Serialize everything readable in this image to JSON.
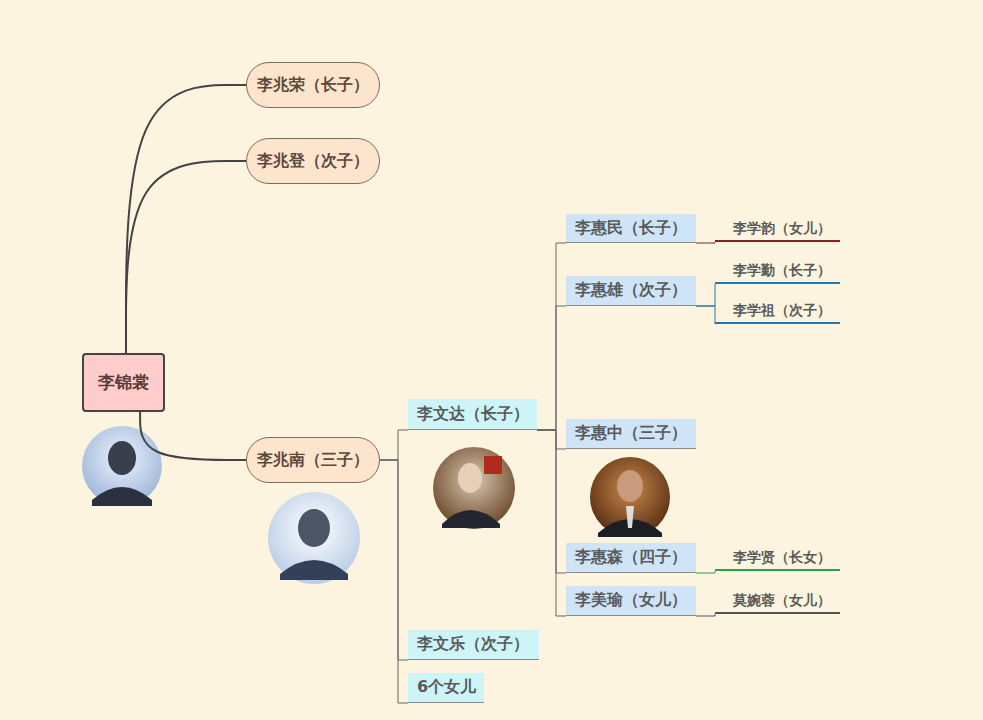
{
  "diagram": {
    "nodes": [
      {
        "text": [
          "李锦裳"
        ]
      },
      {
        "text": [
          "李兆荣（长子）"
        ]
      },
      {
        "text": [
          "李兆登（次子）"
        ]
      },
      {
        "text": [
          "李兆南（三子）"
        ]
      },
      {
        "text": [
          "李文达（长子）"
        ]
      },
      {
        "text": [
          "李文乐（次子）"
        ]
      },
      {
        "text": [
          "6个女儿"
        ]
      },
      {
        "text": [
          "李惠民（长子）"
        ]
      },
      {
        "text": [
          "李惠雄（次子）"
        ]
      },
      {
        "text": [
          "李惠中（三子）"
        ]
      },
      {
        "text": [
          "李惠森（四子）"
        ]
      },
      {
        "text": [
          "李美瑜（女儿）"
        ]
      },
      {
        "text": [
          "李学韵（女儿）"
        ]
      },
      {
        "text": [
          "李学勤（长子）"
        ]
      },
      {
        "text": [
          "李学祖（次子）"
        ]
      },
      {
        "text": [
          "李学贤（长女）"
        ]
      },
      {
        "text": [
          "莫婉蓉（女儿）"
        ]
      }
    ],
    "edges": [
      {
        "from": 0,
        "to": 1,
        "arrow": "none"
      },
      {
        "from": 0,
        "to": 2,
        "arrow": "none"
      },
      {
        "from": 0,
        "to": 3,
        "arrow": "none"
      },
      {
        "from": 3,
        "to": 4,
        "arrow": "none"
      },
      {
        "from": 3,
        "to": 5,
        "arrow": "none"
      },
      {
        "from": 3,
        "to": 6,
        "arrow": "none"
      },
      {
        "from": 4,
        "to": 7,
        "arrow": "none"
      },
      {
        "from": 4,
        "to": 8,
        "arrow": "none"
      },
      {
        "from": 4,
        "to": 9,
        "arrow": "none"
      },
      {
        "from": 4,
        "to": 10,
        "arrow": "none"
      },
      {
        "from": 4,
        "to": 11,
        "arrow": "none"
      },
      {
        "from": 7,
        "to": 12,
        "arrow": "none"
      },
      {
        "from": 8,
        "to": 13,
        "arrow": "none"
      },
      {
        "from": 8,
        "to": 14,
        "arrow": "none"
      },
      {
        "from": 10,
        "to": 15,
        "arrow": "none"
      },
      {
        "from": 11,
        "to": 16,
        "arrow": "none"
      }
    ]
  }
}
